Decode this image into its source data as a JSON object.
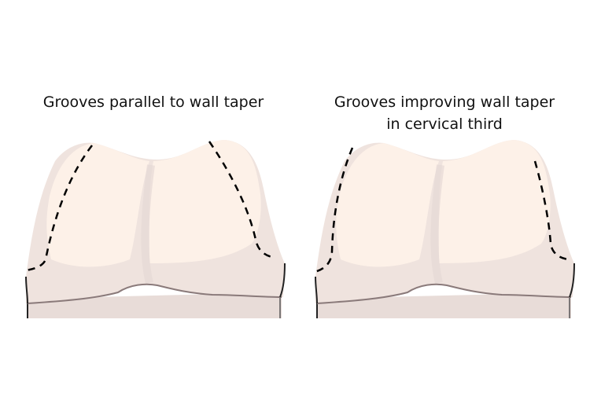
{
  "panels": [
    {
      "caption_lines": [
        "Grooves parallel to wall taper"
      ]
    },
    {
      "caption_lines": [
        "Grooves improving wall taper",
        "in cervical third"
      ]
    }
  ],
  "colors": {
    "enamel_light": "#fdf1e8",
    "enamel_shadow": "#efe2dd",
    "outline": "#222222",
    "groove": "#000000"
  }
}
